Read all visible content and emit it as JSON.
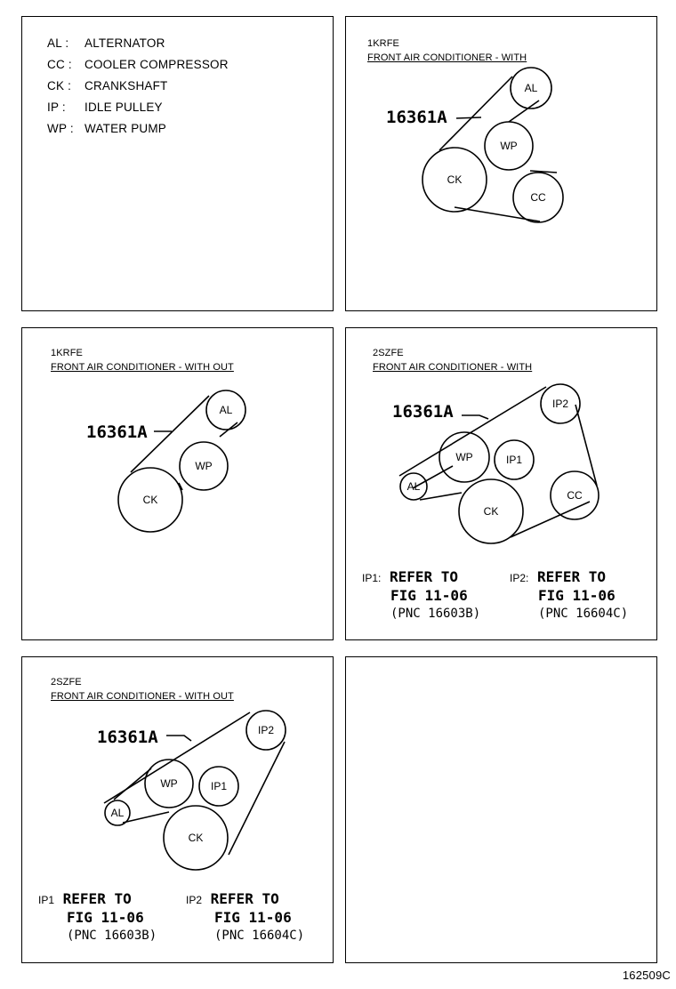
{
  "legend": [
    {
      "abbr": "AL",
      "sep": ":",
      "text": "ALTERNATOR"
    },
    {
      "abbr": "CC",
      "sep": ":",
      "text": "COOLER COMPRESSOR"
    },
    {
      "abbr": "CK",
      "sep": ":",
      "text": "CRANKSHAFT"
    },
    {
      "abbr": "IP",
      "sep": ":",
      "text": "IDLE PULLEY"
    },
    {
      "abbr": "WP",
      "sep": ":",
      "text": "WATER PUMP"
    }
  ],
  "part_number": "16361A",
  "diagrams": {
    "d1": {
      "engine": "1KRFE",
      "title": "FRONT AIR CONDITIONER - WITH"
    },
    "d2": {
      "engine": "1KRFE",
      "title": "FRONT AIR CONDITIONER - WITH OUT"
    },
    "d3": {
      "engine": "2SZFE",
      "title": "FRONT AIR CONDITIONER - WITH"
    },
    "d4": {
      "engine": "2SZFE",
      "title": "FRONT AIR CONDITIONER - WITH OUT"
    }
  },
  "pulleys": {
    "al": "AL",
    "wp": "WP",
    "ck": "CK",
    "cc": "CC",
    "ip1": "IP1",
    "ip2": "IP2"
  },
  "notes": {
    "d3": [
      {
        "tag": "IP1:",
        "refer": "REFER TO",
        "fig": "FIG 11-06",
        "pnc": "(PNC 16603B)"
      },
      {
        "tag": "IP2:",
        "refer": "REFER TO",
        "fig": "FIG 11-06",
        "pnc": "(PNC 16604C)"
      }
    ],
    "d4": [
      {
        "tag": "IP1",
        "refer": "REFER TO",
        "fig": "FIG 11-06",
        "pnc": "(PNC 16603B)"
      },
      {
        "tag": "IP2",
        "refer": "REFER TO",
        "fig": "FIG 11-06",
        "pnc": "(PNC 16604C)"
      }
    ]
  },
  "drawing_number": "162509C"
}
